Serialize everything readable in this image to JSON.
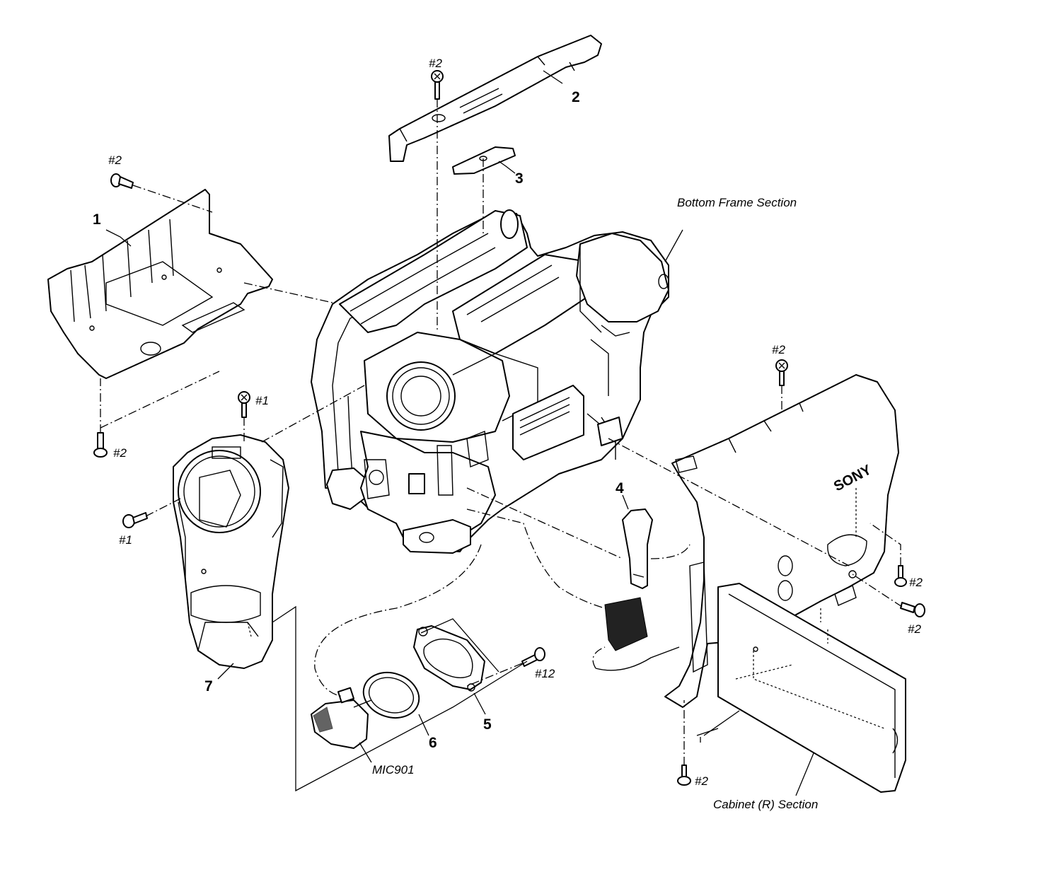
{
  "part_numbers": {
    "p1": "1",
    "p2": "2",
    "p3": "3",
    "p4": "4",
    "p5": "5",
    "p6": "6",
    "p7": "7"
  },
  "screw_refs": {
    "s1": "#2",
    "s2": "#2",
    "s3": "#2",
    "s4": "#1",
    "s5": "#1",
    "s6": "#2",
    "s7": "#2",
    "s8": "#2",
    "s9": "#12",
    "s10": "#2"
  },
  "components": {
    "mic": "MIC901",
    "brand": "SONY"
  },
  "sections": {
    "bottom_frame": "Bottom Frame Section",
    "cabinet_r": "Cabinet (R) Section"
  }
}
